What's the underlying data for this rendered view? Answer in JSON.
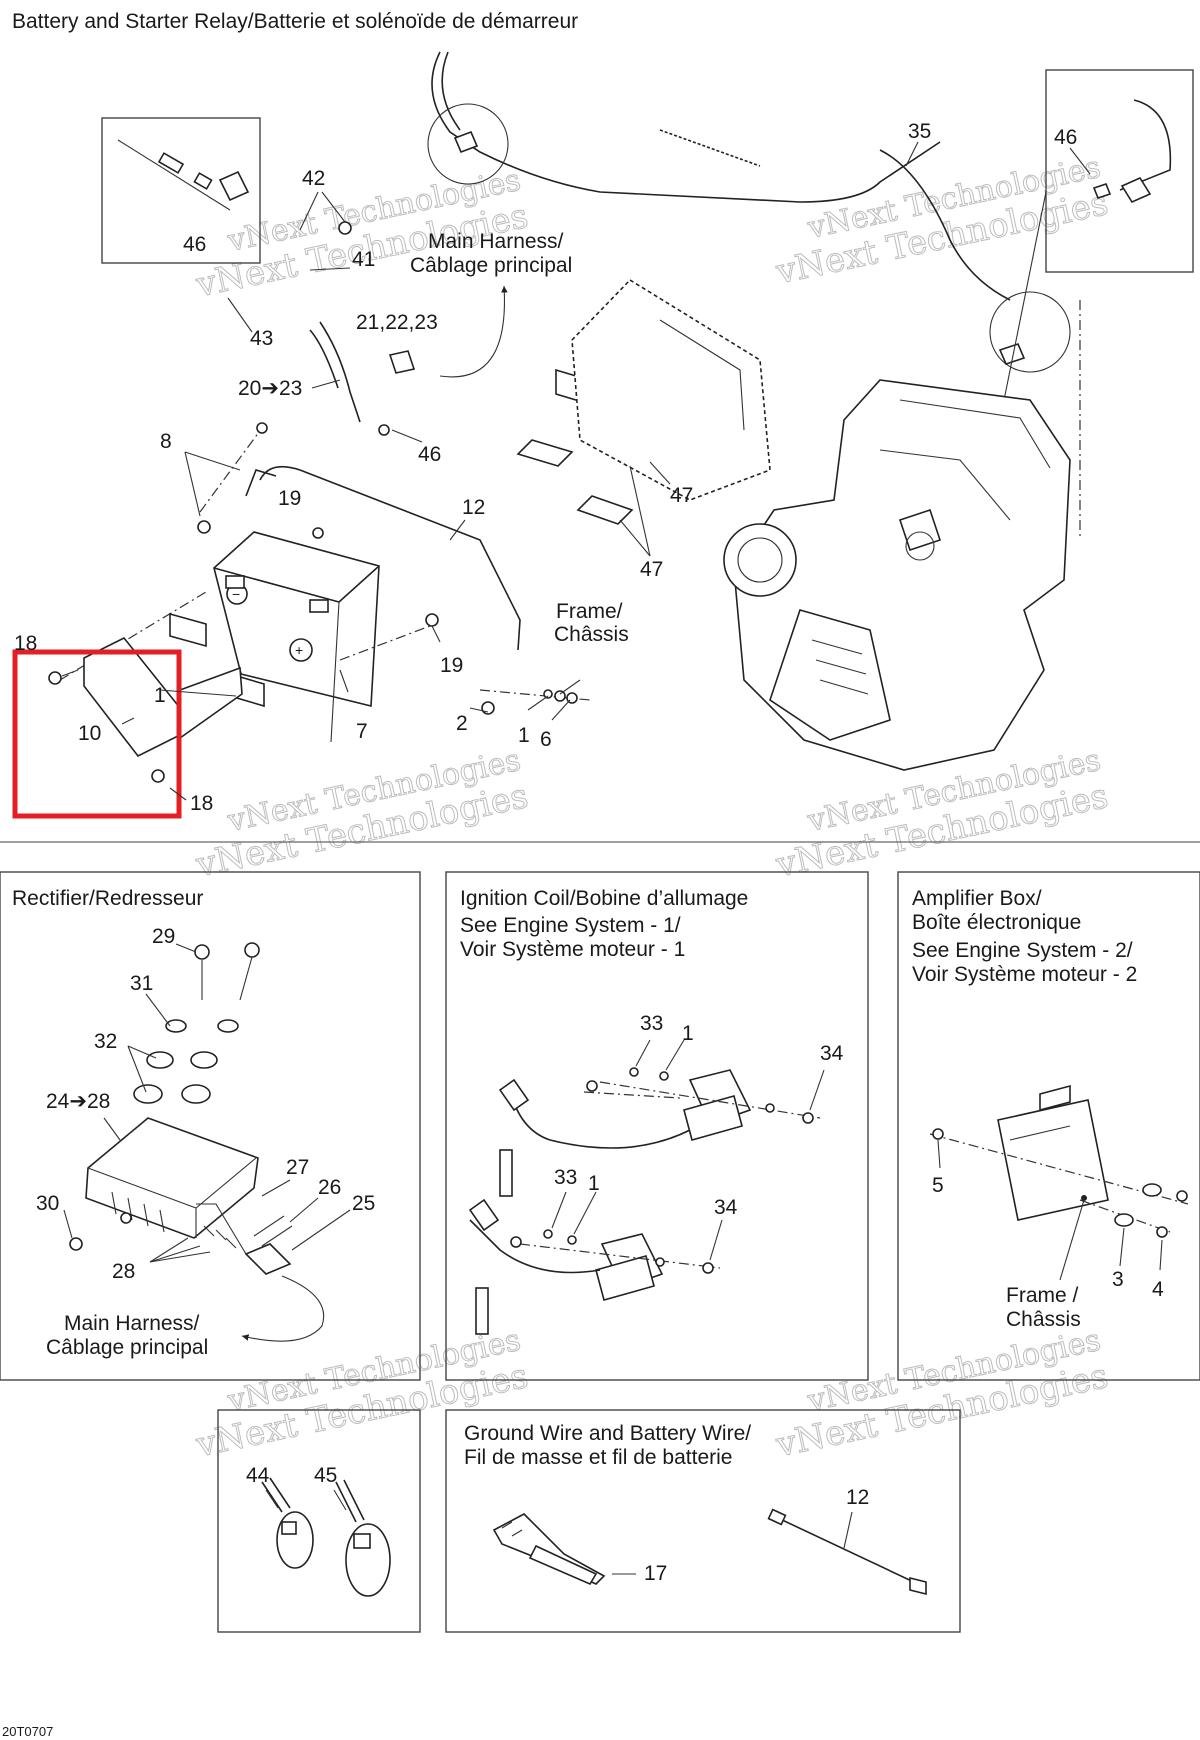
{
  "main": {
    "title": "Battery and Starter Relay/Batterie et solénoïde de démarreur",
    "main_harness": [
      "Main Harness/",
      "Câblage principal"
    ],
    "frame": [
      "Frame/",
      "Châssis"
    ],
    "callouts": {
      "c42": "42",
      "c46a": "46",
      "c41": "41",
      "c43": "43",
      "c21": "21,22,23",
      "c20": "20➔23",
      "c46b": "46",
      "c8": "8",
      "c19a": "19",
      "c12": "12",
      "c35": "35",
      "c46c": "46",
      "c47a": "47",
      "c47b": "47",
      "c18a": "18",
      "c1a": "1",
      "c10": "10",
      "c18b": "18",
      "c7": "7",
      "c19b": "19",
      "c2": "2",
      "c1b": "1",
      "c6": "6"
    }
  },
  "rectifier": {
    "title": "Rectifier/Redresseur",
    "main_harness": [
      "Main Harness/",
      "Câblage principal"
    ],
    "callouts": {
      "c29": "29",
      "c31": "31",
      "c32": "32",
      "c24": "24➔28",
      "c27": "27",
      "c26": "26",
      "c25": "25",
      "c30": "30",
      "c28": "28"
    }
  },
  "ignition": {
    "title": "Ignition Coil/Bobine d’allumage",
    "see": [
      "See Engine System - 1/",
      "Voir Système moteur - 1"
    ],
    "callouts": {
      "c33a": "33",
      "c1a": "1",
      "c34a": "34",
      "c33b": "33",
      "c1b": "1",
      "c34b": "34"
    }
  },
  "amplifier": {
    "title": [
      "Amplifier Box/",
      "Boîte électronique"
    ],
    "see": [
      "See Engine System - 2/",
      "Voir Système moteur - 2"
    ],
    "frame": [
      "Frame /",
      "Châssis"
    ],
    "callouts": {
      "c5": "5",
      "c3": "3",
      "c4": "4"
    }
  },
  "ties": {
    "callouts": {
      "c44": "44",
      "c45": "45"
    }
  },
  "ground": {
    "title": [
      "Ground Wire and Battery Wire/",
      "Fil de masse et fil de batterie"
    ],
    "callouts": {
      "c12": "12",
      "c17": "17"
    }
  },
  "watermark": "vNext Technologies",
  "footer": {
    "code": "20T0707"
  },
  "colors": {
    "highlight": "#e31e24",
    "ink": "#1a1a1a"
  }
}
